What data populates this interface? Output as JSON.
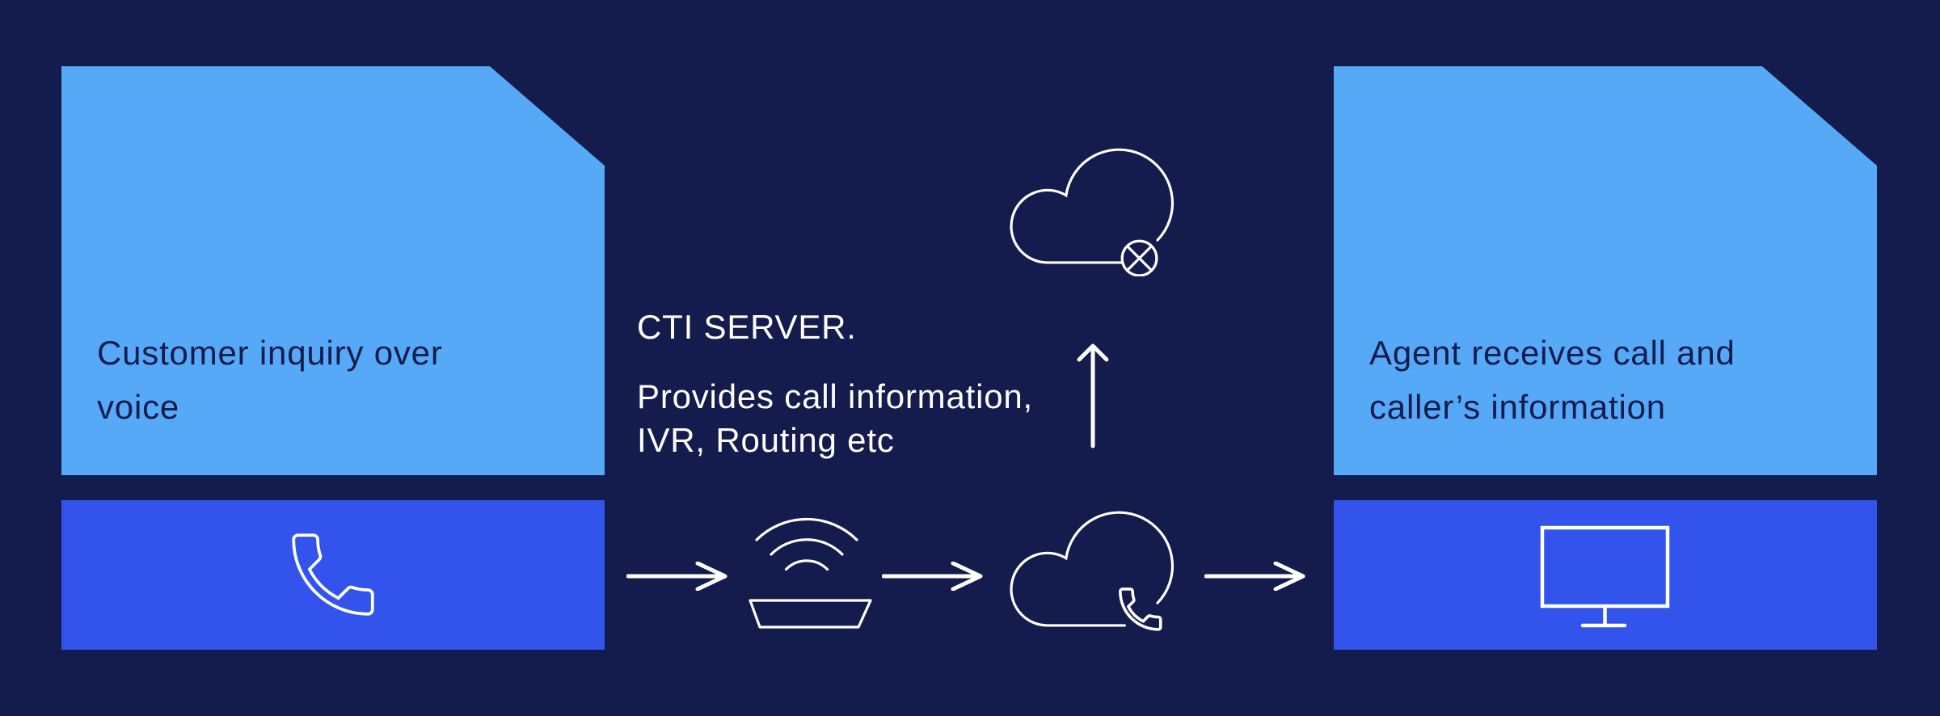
{
  "colors": {
    "background": "#141B4D",
    "card_fill": "#55A9F7",
    "bar_fill": "#3253EC",
    "card_text": "#141B4D",
    "note_text": "#FFFFFF",
    "icon_stroke": "#FFFFFF"
  },
  "cards": {
    "left": {
      "lines": [
        "Customer inquiry over",
        "voice"
      ]
    },
    "right": {
      "lines": [
        "Agent receives call and",
        "caller’s information"
      ]
    }
  },
  "cti_note": {
    "title": "CTI SERVER.",
    "lines": [
      "Provides call information,",
      "IVR, Routing etc"
    ]
  },
  "icons": {
    "phone": "phone-handset-icon",
    "router": "wifi-router-icon",
    "cloud_blocked": "cloud-crossed-circle-icon",
    "cloud_call": "cloud-call-icon",
    "monitor": "monitor-icon",
    "arrow_right": "arrow-right-icon",
    "arrow_up": "arrow-up-icon"
  }
}
